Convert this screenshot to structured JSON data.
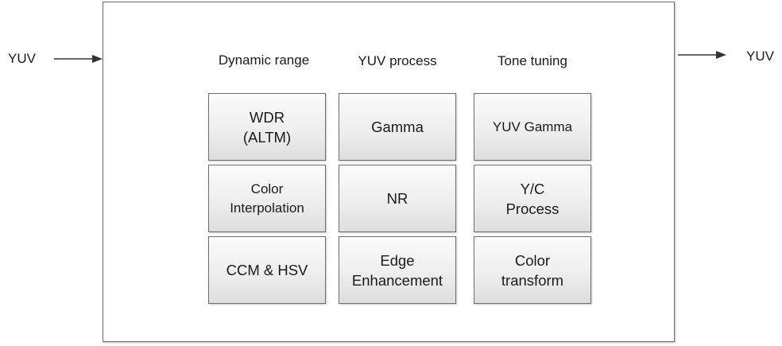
{
  "input_label": "YUV",
  "output_label": "YUV",
  "columns": [
    {
      "header": "Dynamic range",
      "blocks": [
        "WDR\n(ALTM)",
        "Color\nInterpolation",
        "CCM & HSV"
      ]
    },
    {
      "header": "YUV process",
      "blocks": [
        "Gamma",
        "NR",
        "Edge\nEnhancement"
      ]
    },
    {
      "header": "Tone tuning",
      "blocks": [
        "YUV Gamma",
        "Y/C\nProcess",
        "Color\ntransform"
      ]
    }
  ],
  "colors": {
    "border": "#6e6e6e",
    "block_fill_top": "#fbfbfb",
    "block_fill_bottom": "#dedede",
    "text": "#1a1a1a",
    "arrow": "#333333"
  }
}
